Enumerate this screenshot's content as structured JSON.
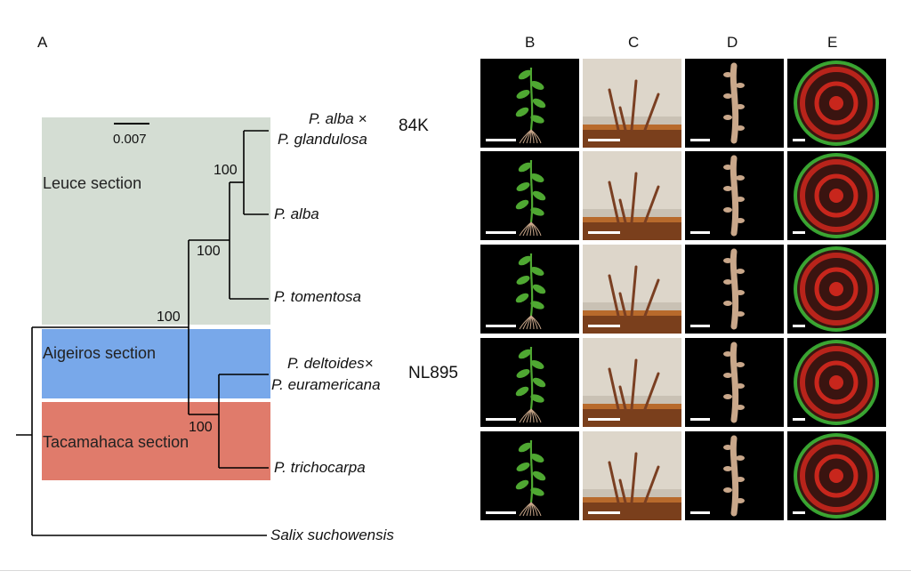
{
  "panel_letters": {
    "a": "A",
    "b": "B",
    "c": "C",
    "d": "D",
    "e": "E"
  },
  "sections": {
    "leuce": {
      "label": "Leuce section",
      "color": "#d4ddd3"
    },
    "aigeiros": {
      "label": "Aigeiros section",
      "color": "#78a8ea"
    },
    "tacamahaca": {
      "label": "Tacamahaca section",
      "color": "#e07b6b"
    }
  },
  "scale_bar": {
    "label": "0.007"
  },
  "taxa": {
    "alba_x_glandulosa_line1": "P. alba ×",
    "alba_x_glandulosa_line2": "P.  glandulosa",
    "alba": "P. alba",
    "tomentosa": "P. tomentosa",
    "deltoides_x_euramericana_line1": "P. deltoides×",
    "deltoides_x_euramericana_line2": "P. euramericana",
    "trichocarpa": "P. trichocarpa",
    "outgroup": "Salix suchowensis"
  },
  "strains": {
    "hybrid_84k": "84K",
    "hybrid_nl895": "NL895"
  },
  "bootstrap": {
    "node_alba_pair": "100",
    "node_leuce": "100",
    "node_root_populus": "100",
    "node_aigeiros_tacamahaca": "100"
  },
  "photo_rows": [
    "row-1",
    "row-2",
    "row-3",
    "row-4",
    "row-5"
  ],
  "colors": {
    "stain_red": "#d8281e",
    "stain_green": "#3fbf3a",
    "plant_green": "#4fa832",
    "root_tan": "#c9a78a"
  }
}
